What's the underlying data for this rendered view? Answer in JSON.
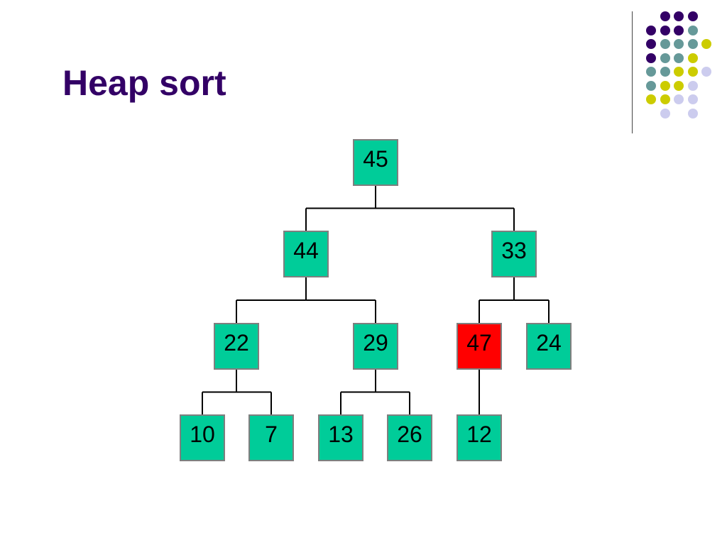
{
  "title": "Heap sort",
  "colors": {
    "title": "#330066",
    "node_fill": "#00cc99",
    "highlight_fill": "#ff0000",
    "edge": "#000000",
    "node_border": "#7f7f7f",
    "dot_purple": "#330066",
    "dot_teal": "#669999",
    "dot_yellow": "#cccc00",
    "dot_lavender": "#ccccee"
  },
  "tree": {
    "nodes": [
      {
        "id": "n0",
        "value": "45",
        "highlight": false
      },
      {
        "id": "n1",
        "value": "44",
        "highlight": false
      },
      {
        "id": "n2",
        "value": "33",
        "highlight": false
      },
      {
        "id": "n3",
        "value": "22",
        "highlight": false
      },
      {
        "id": "n4",
        "value": "29",
        "highlight": false
      },
      {
        "id": "n5",
        "value": "47",
        "highlight": true
      },
      {
        "id": "n6",
        "value": "24",
        "highlight": false
      },
      {
        "id": "n7",
        "value": "10",
        "highlight": false
      },
      {
        "id": "n8",
        "value": "7",
        "highlight": false
      },
      {
        "id": "n9",
        "value": "13",
        "highlight": false
      },
      {
        "id": "n10",
        "value": "26",
        "highlight": false
      },
      {
        "id": "n11",
        "value": "12",
        "highlight": false
      }
    ],
    "edges": [
      [
        "n0",
        "n1"
      ],
      [
        "n0",
        "n2"
      ],
      [
        "n1",
        "n3"
      ],
      [
        "n1",
        "n4"
      ],
      [
        "n2",
        "n5"
      ],
      [
        "n2",
        "n6"
      ],
      [
        "n3",
        "n7"
      ],
      [
        "n3",
        "n8"
      ],
      [
        "n4",
        "n9"
      ],
      [
        "n4",
        "n10"
      ],
      [
        "n5",
        "n11"
      ]
    ]
  }
}
